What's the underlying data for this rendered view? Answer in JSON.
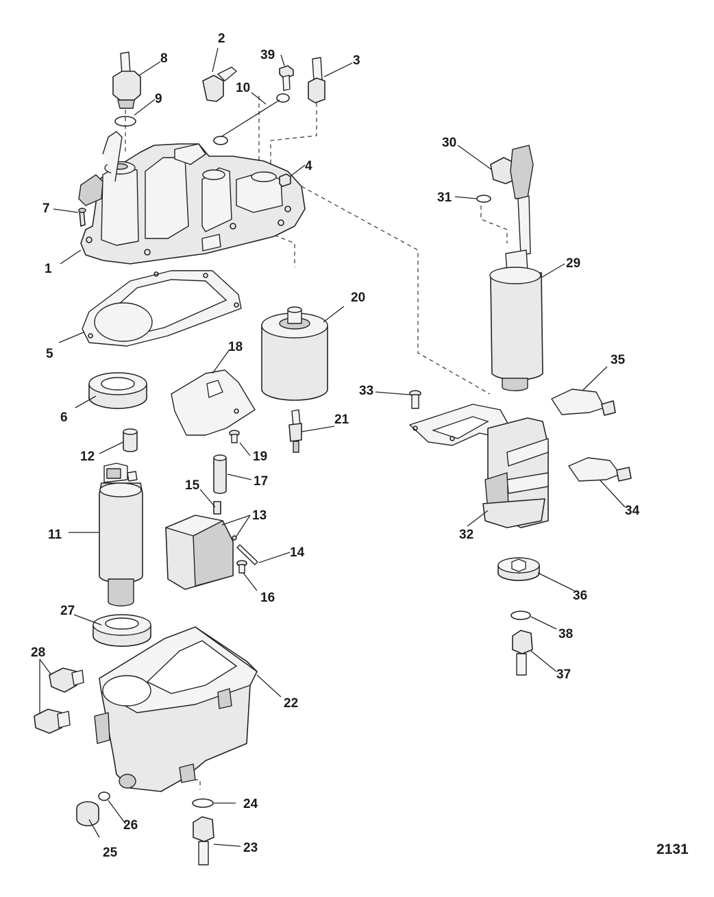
{
  "figure_number": "2131",
  "callouts": {
    "c1": "1",
    "c2": "2",
    "c3": "3",
    "c4": "4",
    "c5": "5",
    "c6": "6",
    "c7": "7",
    "c8": "8",
    "c9": "9",
    "c10": "10",
    "c11": "11",
    "c12": "12",
    "c13": "13",
    "c14": "14",
    "c15": "15",
    "c16": "16",
    "c17": "17",
    "c18": "18",
    "c19": "19",
    "c20": "20",
    "c21": "21",
    "c22": "22",
    "c23": "23",
    "c24": "24",
    "c25": "25",
    "c26": "26",
    "c27": "27",
    "c28": "28",
    "c29": "29",
    "c30": "30",
    "c31": "31",
    "c32": "32",
    "c33": "33",
    "c34": "34",
    "c35": "35",
    "c36": "36",
    "c37": "37",
    "c38": "38",
    "c39": "39"
  }
}
